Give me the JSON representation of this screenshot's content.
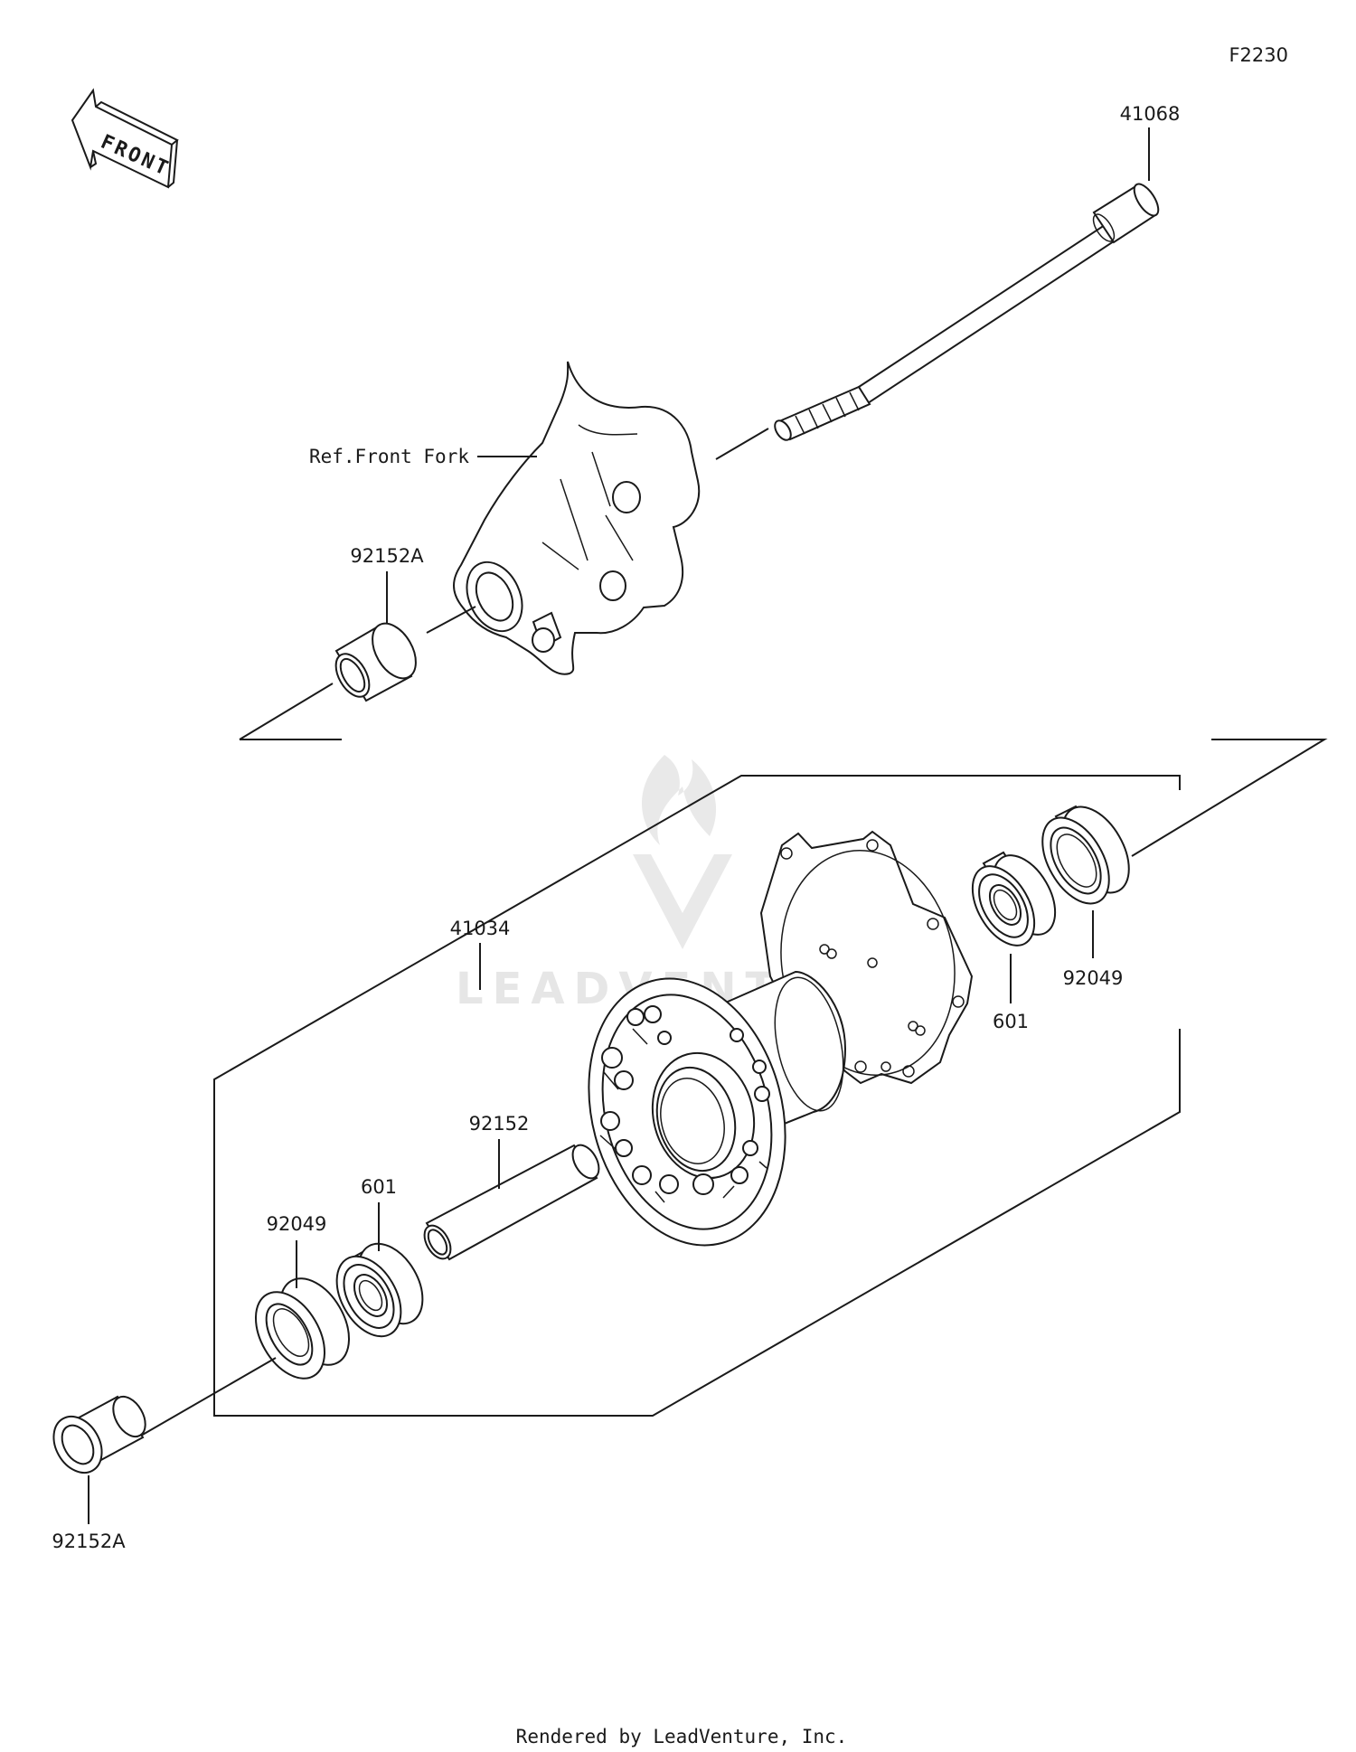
{
  "diagram_code": "F2230",
  "front_arrow_label": "FRONT",
  "watermark_text": "LEADVENTURE",
  "footer_text": "Rendered by LeadVenture, Inc.",
  "reference_label": "Ref.Front Fork",
  "callouts": {
    "axle": "41068",
    "collar_upper": "92152A",
    "hub_assembly": "41034",
    "seal_right": "92049",
    "bearing_right": "601",
    "spacer": "92152",
    "bearing_left": "601",
    "seal_left": "92049",
    "collar_lower": "92152A"
  },
  "colors": {
    "line": "#1a1a1a",
    "watermark": "#e9e9e9",
    "background": "#ffffff"
  }
}
